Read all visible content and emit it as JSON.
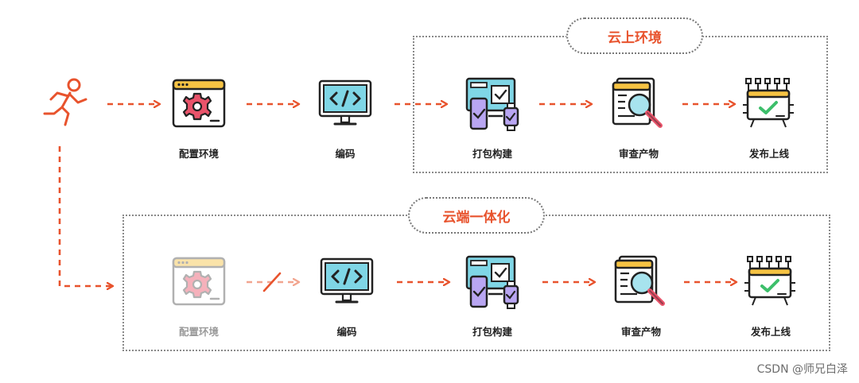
{
  "groups": {
    "cloud_env": {
      "title": "云上环境"
    },
    "cloud_integration": {
      "title": "云端一体化"
    }
  },
  "top_row": {
    "steps": [
      {
        "label": "配置环境",
        "icon": "config-window-gear-icon"
      },
      {
        "label": "编码",
        "icon": "code-monitor-icon"
      },
      {
        "label": "打包构建",
        "icon": "devices-build-icon"
      },
      {
        "label": "审查产物",
        "icon": "review-magnifier-icon"
      },
      {
        "label": "发布上线",
        "icon": "release-circuit-icon"
      }
    ]
  },
  "bottom_row": {
    "steps": [
      {
        "label": "配置环境",
        "icon": "config-window-gear-icon",
        "disabled": true
      },
      {
        "label": "编码",
        "icon": "code-monitor-icon"
      },
      {
        "label": "打包构建",
        "icon": "devices-build-icon"
      },
      {
        "label": "审查产物",
        "icon": "review-magnifier-icon"
      },
      {
        "label": "发布上线",
        "icon": "release-circuit-icon"
      }
    ]
  },
  "colors": {
    "accent": "#e8532d",
    "frame": "#8a8a8a",
    "dim": "#9a9a9a"
  },
  "watermark": "CSDN @师兄白泽"
}
